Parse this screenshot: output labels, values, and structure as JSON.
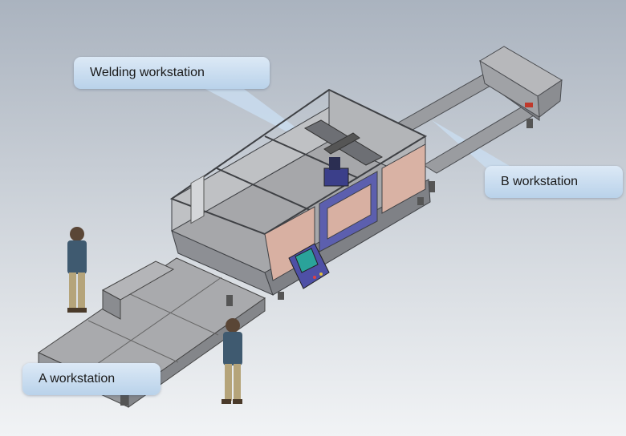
{
  "labels": {
    "welding": "Welding  workstation",
    "b": "B workstation",
    "a": "A workstation"
  },
  "colors": {
    "machine_frame": "#8f9196",
    "table_top": "#a4a5a8",
    "panel_glass": "#d9b2a4",
    "control_panel": "#4e50a6",
    "screen": "#2aa39a",
    "callout_fill": "#c8ddf0"
  }
}
